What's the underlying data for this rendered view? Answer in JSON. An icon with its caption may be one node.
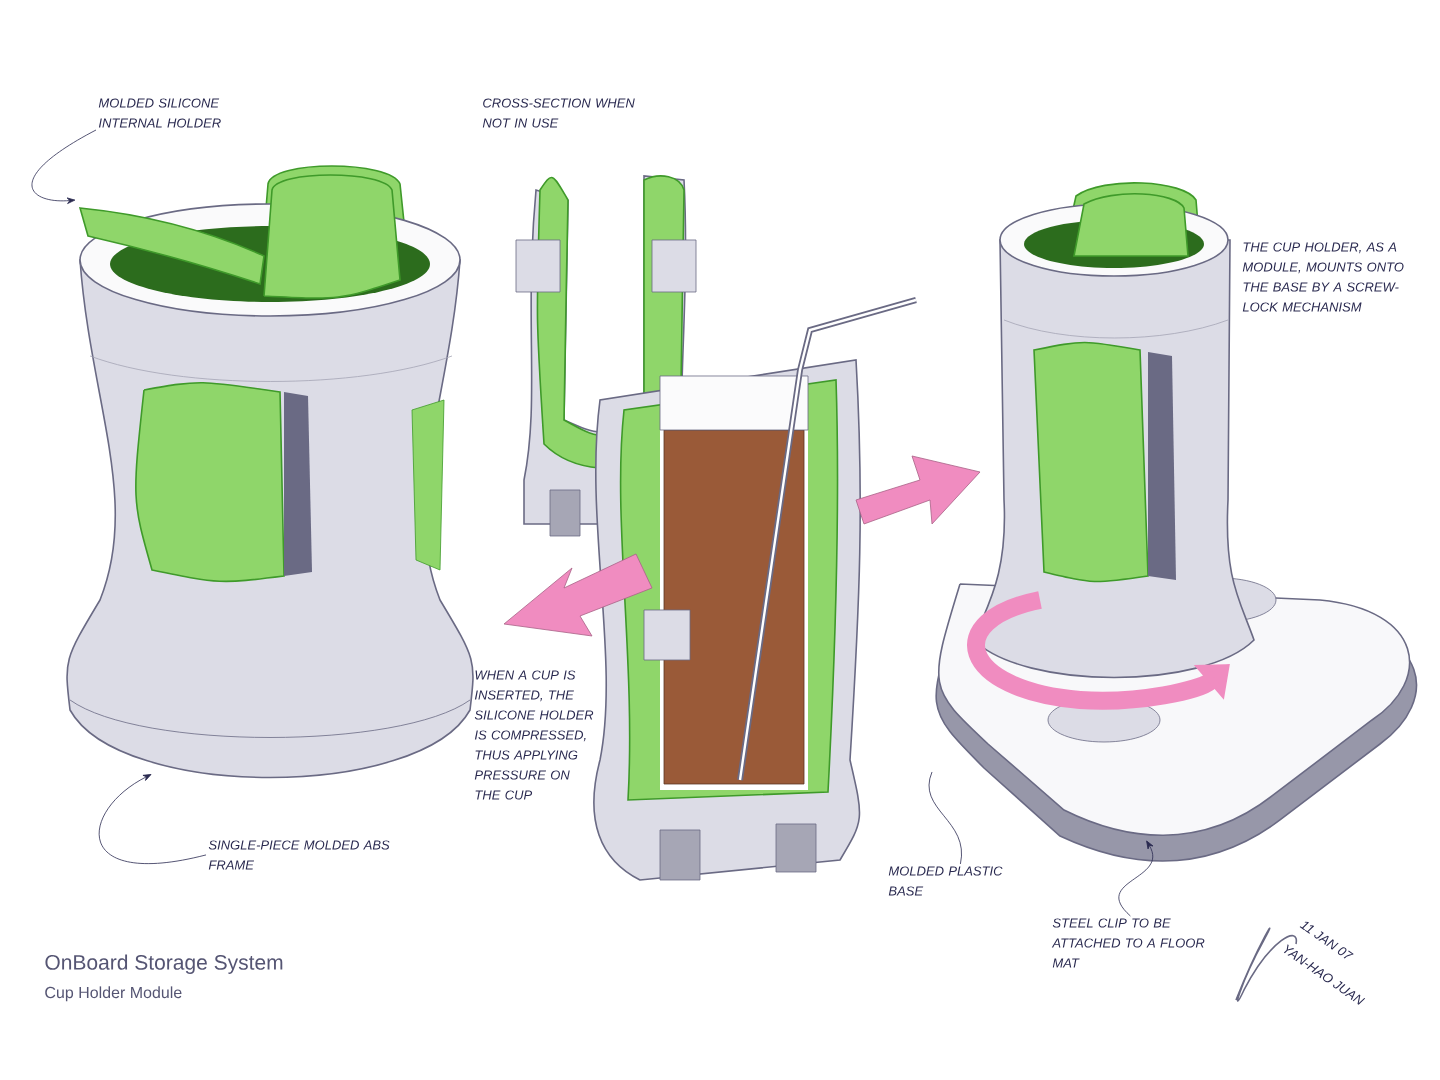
{
  "diagram": {
    "title": "OnBoard Storage System",
    "caption": "Cup Holder Module",
    "nodes": [
      {
        "text": [
          "MOLDED SILICONE INTERNAL HOLDER"
        ]
      },
      {
        "text": [],
        "shape": "picture"
      },
      {
        "text": [
          "SINGLE-PIECE MOLDED ABS FRAME"
        ]
      },
      {
        "text": [
          "MOLDED PLASTIC BASE"
        ]
      },
      {
        "text": [],
        "shape": "picture"
      },
      {
        "text": [
          "STEEL CLIP TO BE ATTACHED TO A FLOOR MAT"
        ]
      }
    ],
    "edges": [
      {
        "from": 0,
        "to": 1,
        "arrow": "to"
      },
      {
        "from": 2,
        "to": 1,
        "arrow": "to"
      },
      {
        "from": 3,
        "to": 4,
        "arrow": "none"
      },
      {
        "from": 5,
        "to": 4,
        "arrow": "to"
      }
    ],
    "labels": [
      "CROSS-SECTION WHEN NOT IN USE",
      "THE CUP HOLDER, AS A MODULE, MOUNTS ONTO THE BASE BY A SCREW-LOCK MECHANISM",
      "WHEN A CUP IS INSERTED, THE SILICONE HOLDER IS COMPRESSED, THUS APPLYING PRESSURE ON THE CUP",
      "11 JAN 07",
      "YAN-HAO JUAN"
    ]
  }
}
